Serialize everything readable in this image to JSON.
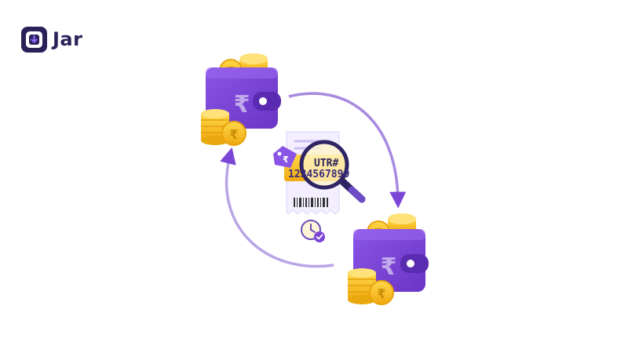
{
  "brand": {
    "name": "Jar",
    "color": "#2b2159",
    "icon": "jar-logo-icon"
  },
  "illustration": {
    "wallet_color": "#7b45d6",
    "coin_color": "#f7c21f",
    "currency_symbol": "₹",
    "receipt": {
      "utr_label": "UTR#",
      "utr_number": "1234567890"
    },
    "icons": [
      "wallet-icon",
      "coin-stack-icon",
      "receipt-icon",
      "magnifier-icon",
      "clock-icon",
      "checkmark-icon",
      "price-tag-icon",
      "cycle-arrow-icon"
    ]
  }
}
